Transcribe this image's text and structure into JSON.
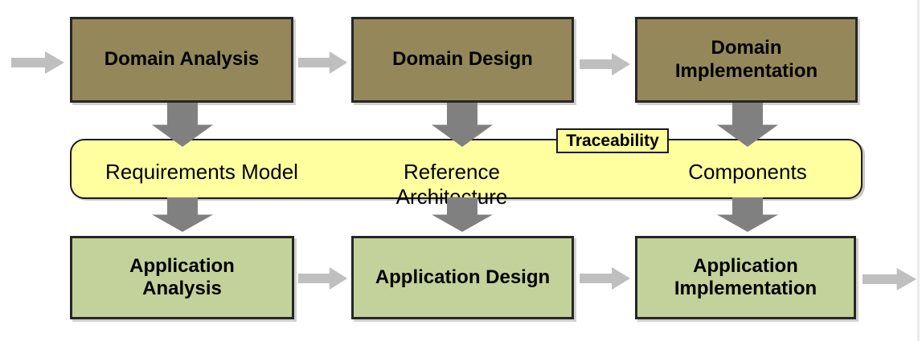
{
  "stages": {
    "top": [
      "Domain Analysis",
      "Domain Design",
      "Domain Implementation"
    ],
    "bottom": [
      "Application Analysis",
      "Application Design",
      "Application Implementation"
    ]
  },
  "band": {
    "tag": "Traceability",
    "artifacts": [
      "Requirements Model",
      "Reference Architecture",
      "Components"
    ]
  },
  "colors": {
    "domain-box": "#94885A",
    "application-box": "#C3D29A",
    "band-fill": "#FFFFA0",
    "tag-fill": "#FFFF99",
    "box-border": "#262626",
    "band-border": "#1a1a1a",
    "arrow-light": "#BFBFBF",
    "arrow-dark": "#808080",
    "text": "#000000"
  }
}
